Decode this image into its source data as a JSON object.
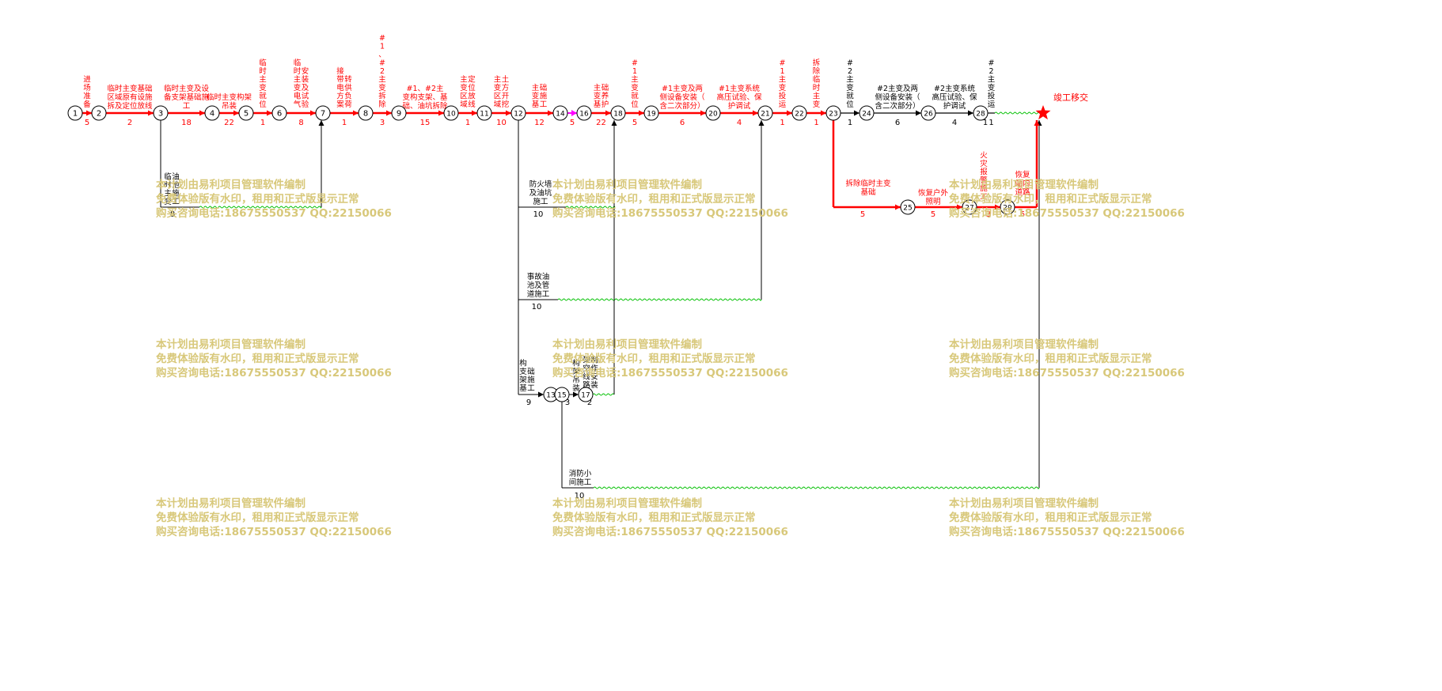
{
  "colors": {
    "critical": "#ff0000",
    "normal": "#000000",
    "float": "#00c000",
    "milestone": "#ff0000",
    "dummy": "#ff00ff",
    "watermark": "#d8c87a"
  },
  "nodes": [
    "1",
    "2",
    "3",
    "4",
    "5",
    "6",
    "7",
    "8",
    "9",
    "10",
    "11",
    "12",
    "14",
    "16",
    "18",
    "19",
    "20",
    "21",
    "22",
    "23",
    "24",
    "26",
    "28",
    "25",
    "27",
    "29",
    "13",
    "15",
    "17"
  ],
  "activities": [
    {
      "label": "进场准备",
      "duration": "5"
    },
    {
      "label": "临时主变基础区域原有设施拆及定位放线",
      "duration": "2"
    },
    {
      "label": "临时主变及设备支架基础施工",
      "duration": "18"
    },
    {
      "label": "临时主变构架吊装",
      "duration": "22"
    },
    {
      "label": "临时主变就位",
      "duration": "1"
    },
    {
      "label": "临时主变电气安装及试验",
      "duration": "8"
    },
    {
      "label": "接带电方案转供负荷",
      "duration": "1"
    },
    {
      "label": "#1、#2主变拆除",
      "duration": "3"
    },
    {
      "label": "#1、#2主变构支架、基础、油坑拆除",
      "duration": "15"
    },
    {
      "label": "主变区域定位放线",
      "duration": "1"
    },
    {
      "label": "主变区域土方开挖",
      "duration": "10"
    },
    {
      "label": "主变基础施工",
      "duration": "12"
    },
    {
      "label": "主变基础养护",
      "duration": "22"
    },
    {
      "label": "#1主变就位",
      "duration": "5"
    },
    {
      "label": "#1主变及两侧设备安装（含二次部分）",
      "duration": "6"
    },
    {
      "label": "#1主变系统高压试验、保护调试",
      "duration": "4"
    },
    {
      "label": "#1主变投运",
      "duration": "1"
    },
    {
      "label": "拆除临时主变",
      "duration": "1"
    },
    {
      "label": "#2主变就位",
      "duration": "1"
    },
    {
      "label": "#2主变及两侧设备安装（含二次部分）",
      "duration": "6"
    },
    {
      "label": "#2主变系统高压试验、保护调试",
      "duration": "4"
    },
    {
      "label": "#2主变投运",
      "duration": "1"
    },
    {
      "label": "临时主变油池施工",
      "duration": "8"
    },
    {
      "label": "防火墙及油坑施工",
      "duration": "10"
    },
    {
      "label": "事故油池及管道施工",
      "duration": "10"
    },
    {
      "label": "构支架基础施工",
      "duration": "9"
    },
    {
      "label": "构架吊装",
      "duration": "3"
    },
    {
      "label": "架空线路制作安装",
      "duration": "2"
    },
    {
      "label": "消防小间施工",
      "duration": "10"
    },
    {
      "label": "拆除临时主变基础",
      "duration": "5"
    },
    {
      "label": "恢复户外照明",
      "duration": "5"
    },
    {
      "label": "火灾报警施工",
      "duration": "3"
    },
    {
      "label": "恢复站内道路",
      "duration": "5"
    }
  ],
  "milestone": {
    "label": "竣工移交"
  },
  "watermark": {
    "line1": "本计划由易利项目管理软件编制",
    "line2": "免费体验版有水印，租用和正式版显示正常",
    "line3": "购买咨询电话:18675550537 QQ:22150066"
  }
}
